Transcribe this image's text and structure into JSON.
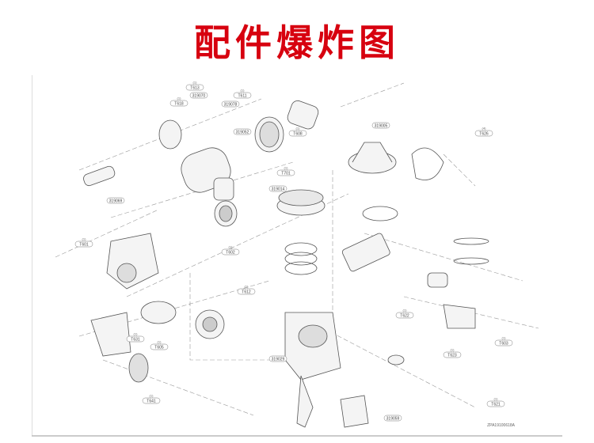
{
  "title": "配件爆炸图",
  "drawing_code": "ZPA19100618A",
  "callouts": [
    {
      "id": "T613",
      "qty": "(1)"
    },
    {
      "id": "T611",
      "qty": "(1)"
    },
    {
      "id": "T618",
      "qty": "(1)"
    },
    {
      "id": "T701",
      "qty": "(1)"
    },
    {
      "id": "T602",
      "qty": "(1)"
    },
    {
      "id": "T601",
      "qty": "(1)"
    },
    {
      "id": "T621",
      "qty": "(1)"
    },
    {
      "id": "T626",
      "qty": "(4)"
    },
    {
      "id": "T608",
      "qty": "(1)"
    },
    {
      "id": "T612",
      "qty": "(1)"
    },
    {
      "id": "T622",
      "qty": "(1)"
    },
    {
      "id": "T605",
      "qty": "(1)"
    },
    {
      "id": "T623",
      "qty": "(1)"
    },
    {
      "id": "T631",
      "qty": "(1)"
    },
    {
      "id": "T641",
      "qty": "(1)"
    },
    {
      "id": "T603",
      "qty": "(1)"
    }
  ],
  "part_numbers": [
    "319070",
    "319078",
    "319069",
    "319052",
    "319029",
    "319014",
    "319005",
    "319059"
  ]
}
